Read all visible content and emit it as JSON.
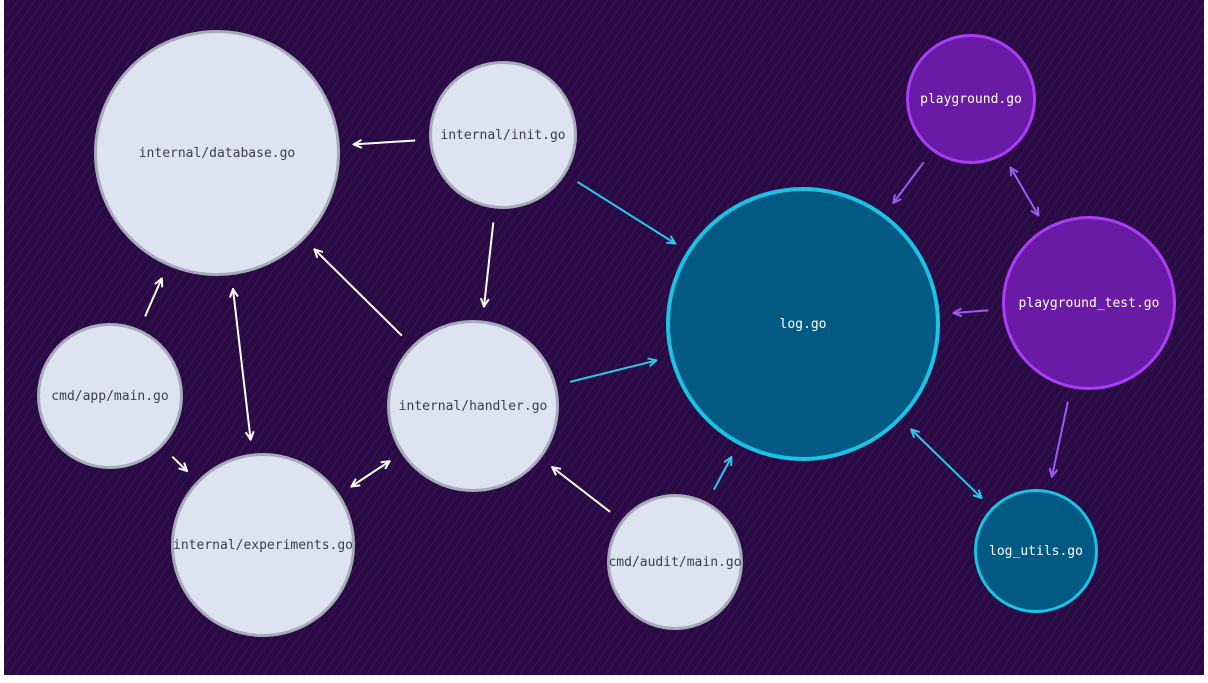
{
  "colors": {
    "background": "#2a0a45",
    "package_fill": "#dde3f0",
    "package_border": "#a6aabb",
    "focus_fill": "#005a84",
    "focus_border": "#1ac3e6",
    "test_fill": "#6a1ba6",
    "test_border": "#aa3df5",
    "edge_white": "#ffffff",
    "edge_cyan": "#2cc8ea",
    "edge_purple": "#9a5cf0"
  },
  "nodes": {
    "database": {
      "label": "internal/database.go"
    },
    "init": {
      "label": "internal/init.go"
    },
    "handler": {
      "label": "internal/handler.go"
    },
    "app_main": {
      "label": "cmd/app/main.go"
    },
    "experiments": {
      "label": "internal/experiments.go"
    },
    "audit_main": {
      "label": "cmd/audit/main.go"
    },
    "log": {
      "label": "log.go"
    },
    "playground": {
      "label": "playground.go"
    },
    "playground_test": {
      "label": "playground_test.go"
    },
    "log_utils": {
      "label": "log_utils.go"
    }
  },
  "edges": [
    {
      "from": "init",
      "to": "database",
      "style": "white",
      "bidirectional": false
    },
    {
      "from": "init",
      "to": "handler",
      "style": "white",
      "bidirectional": false
    },
    {
      "from": "init",
      "to": "log",
      "style": "cyan",
      "bidirectional": false
    },
    {
      "from": "handler",
      "to": "database",
      "style": "white",
      "bidirectional": false
    },
    {
      "from": "handler",
      "to": "log",
      "style": "cyan",
      "bidirectional": false
    },
    {
      "from": "app_main",
      "to": "database",
      "style": "white",
      "bidirectional": false
    },
    {
      "from": "app_main",
      "to": "experiments",
      "style": "white",
      "bidirectional": false
    },
    {
      "from": "database",
      "to": "experiments",
      "style": "white",
      "bidirectional": true
    },
    {
      "from": "experiments",
      "to": "handler",
      "style": "white",
      "bidirectional": true
    },
    {
      "from": "audit_main",
      "to": "handler",
      "style": "white",
      "bidirectional": false
    },
    {
      "from": "audit_main",
      "to": "log",
      "style": "cyan",
      "bidirectional": false
    },
    {
      "from": "playground",
      "to": "log",
      "style": "purple",
      "bidirectional": false
    },
    {
      "from": "playground",
      "to": "playground_test",
      "style": "purple",
      "bidirectional": true
    },
    {
      "from": "playground_test",
      "to": "log",
      "style": "purple",
      "bidirectional": false
    },
    {
      "from": "playground_test",
      "to": "log_utils",
      "style": "purple",
      "bidirectional": false
    },
    {
      "from": "log",
      "to": "log_utils",
      "style": "cyan",
      "bidirectional": true
    }
  ]
}
